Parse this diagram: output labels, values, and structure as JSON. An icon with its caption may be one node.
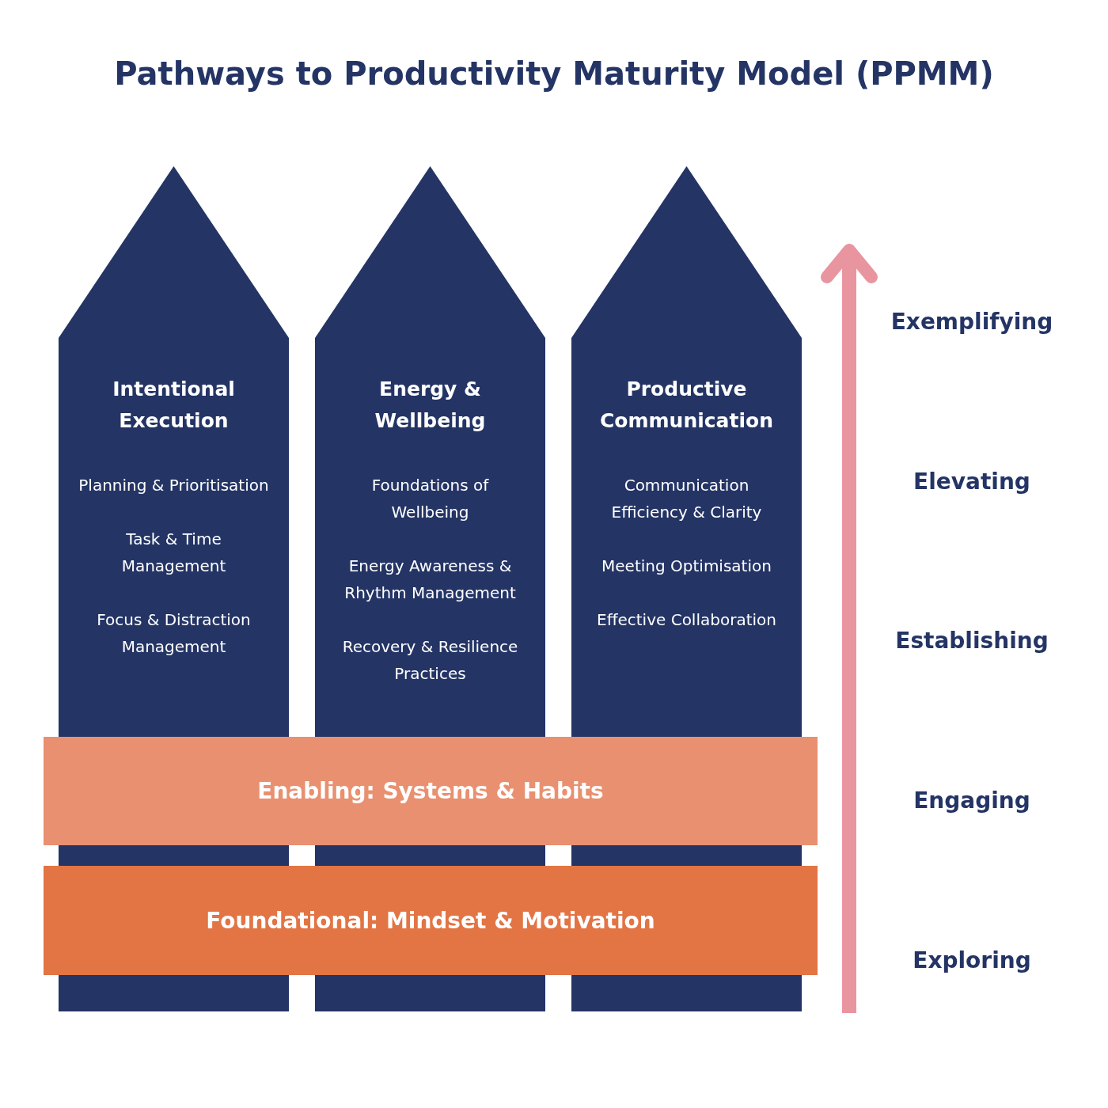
{
  "diagram": {
    "title": "Pathways to Productivity Maturity Model (PPMM)",
    "nodes": [
      {
        "text": [
          "Intentional Execution",
          "Planning & Prioritisation",
          "Task & Time Management",
          "Focus & Distraction Management"
        ]
      },
      {
        "text": [
          "Energy & Wellbeing",
          "Foundations of Wellbeing",
          "Energy Awareness & Rhythm Management",
          "Recovery & Resilience Practices"
        ]
      },
      {
        "text": [
          "Productive Communication",
          "Communication Efficiency & Clarity",
          "Meeting Optimisation",
          "Effective Collaboration"
        ]
      },
      {
        "text": [
          "Enabling: Systems & Habits"
        ]
      },
      {
        "text": [
          "Foundational: Mindset & Motivation"
        ]
      }
    ],
    "labels": [
      "Exemplifying",
      "Elevating",
      "Establishing",
      "Engaging",
      "Exploring"
    ]
  }
}
